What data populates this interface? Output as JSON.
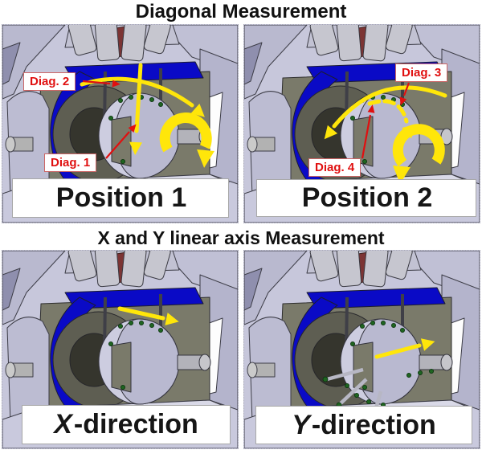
{
  "figure": {
    "top_title": "Diagonal Measurement",
    "bottom_title": "X and Y linear axis Measurement"
  },
  "panels": {
    "position1": {
      "caption_italic": "",
      "caption_text": "Position 1",
      "annotations": {
        "a1": "Diag. 2",
        "a2": "Diag. 1"
      }
    },
    "position2": {
      "caption_italic": "",
      "caption_text": "Position 2",
      "annotations": {
        "a1": "Diag. 3",
        "a2": "Diag. 4"
      }
    },
    "xdir": {
      "caption_italic": "X",
      "caption_text": "-direction"
    },
    "ydir": {
      "caption_italic": "Y",
      "caption_text": "-direction"
    }
  },
  "colors": {
    "machine_body": "#c7c7db",
    "machine_blue": "#0a0ac6",
    "cavity_gray": "#7a7a6a",
    "arrow_yellow": "#ffe60a",
    "annotation_red": "#e01010",
    "probe_green": "#1e6420"
  }
}
